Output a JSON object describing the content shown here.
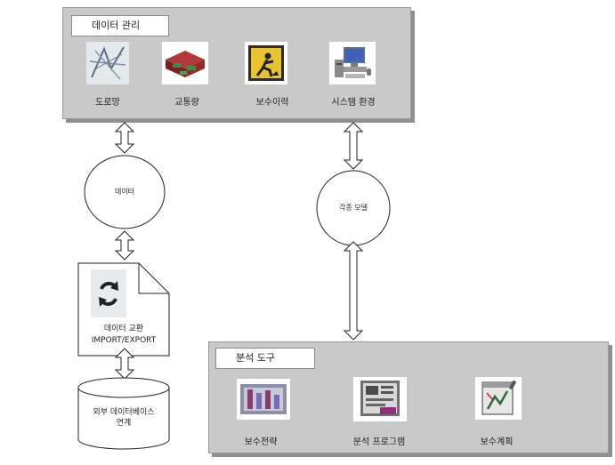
{
  "data_management": {
    "title": "데이터 관리",
    "tools": [
      {
        "label": "도로망",
        "icon": "road-network-icon"
      },
      {
        "label": "교통량",
        "icon": "traffic-volume-icon"
      },
      {
        "label": "보수이력",
        "icon": "repair-history-icon"
      },
      {
        "label": "시스템 환경",
        "icon": "system-settings-icon"
      }
    ]
  },
  "analysis_tools": {
    "title": "분석 도구",
    "tools": [
      {
        "label": "보수전략",
        "icon": "repair-strategy-icon"
      },
      {
        "label": "분석 프로그램",
        "icon": "analysis-program-icon"
      },
      {
        "label": "보수계획",
        "icon": "repair-plan-icon"
      }
    ]
  },
  "nodes": {
    "data": "데이터",
    "models": "각종 모델",
    "exchange_line1": "데이터 교환",
    "exchange_line2": "IMPORT/EXPORT",
    "external_db_line1": "외부 데이터베이스",
    "external_db_line2": "연계"
  },
  "colors": {
    "panel": "#c9c9c9",
    "panel_shadow": "#8f8f8f"
  }
}
